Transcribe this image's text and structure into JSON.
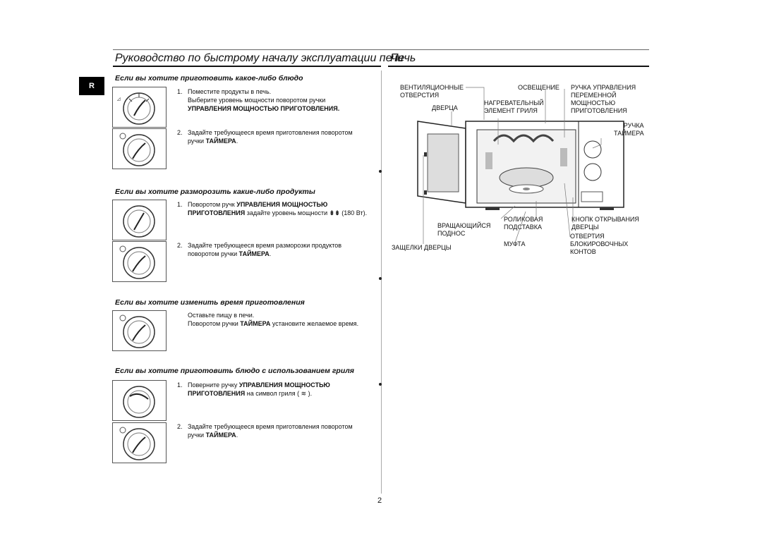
{
  "left_header": "Руководство по быстрому началу эксплуатации печи",
  "right_header": "Печь",
  "lang_tab": "R",
  "sections": [
    {
      "title": "Если вы хотите приготовить какое-либо блюдо",
      "steps": [
        {
          "num": "1.",
          "line1": "Поместите продукты в печь.",
          "line2": "Выберите уровень мощности поворотом ручки",
          "line3_bold": "УПРАВЛЕНИЯ МОЩНОСТЬЮ ПРИГОТОВЛЕНИЯ."
        },
        {
          "num": "2.",
          "line1": "Задайте требующееся время приготовления поворотом",
          "line2_pre": "ручки ",
          "line2_bold": "ТАЙМЕРА",
          "line2_post": "."
        }
      ]
    },
    {
      "title": "Если вы хотите разморозить какие-либо продукты",
      "steps": [
        {
          "num": "1.",
          "line1_pre": "Поворотом ручк ",
          "line1_bold": "УПРАВЛЕНИЯ МОЩНОСТЬЮ",
          "line2_bold": "ПРИГОТОВЛЕНИЯ",
          "line2_post": " задайте уровень мощности",
          "line2_value": "(180 Вт)."
        },
        {
          "num": "2.",
          "line1": "Задайте требующееся время разморозки продуктов",
          "line2_pre": "поворотом ручки ",
          "line2_bold": "ТАЙМЕРА",
          "line2_post": "."
        }
      ]
    },
    {
      "title": "Если вы хотите изменить время приготовления",
      "steps": [
        {
          "line1": "Оставьте пищу в печи.",
          "line2_pre": "Поворотом ручки ",
          "line2_bold": "ТАЙМЕРА",
          "line2_post": " установите желаемое время."
        }
      ]
    },
    {
      "title": "Если вы хотите приготовить блюдо с использованием гриля",
      "steps": [
        {
          "num": "1.",
          "line1_pre": "Поверните ручку ",
          "line1_bold": "УПРАВЛЕНИЯ МОЩНОСТЬЮ",
          "line2_bold": "ПРИГОТОВЛЕНИЯ",
          "line2_post": " на символ гриля (",
          "line2_end": ")."
        },
        {
          "num": "2.",
          "line1": "Задайте требующееся время приготовления поворотом",
          "line2_pre": "ручки ",
          "line2_bold": "ТАЙМЕРА",
          "line2_post": "."
        }
      ]
    }
  ],
  "oven_labels": {
    "vents": "ВЕНТИЛЯЦИОННЫЕ\nОТВЕРСТИЯ",
    "light": "ОСВЕЩЕНИЕ",
    "heater": "НАГРЕВАТЕЛЬНЫЙ\nЭЛЕМЕНТ ГРИЛЯ",
    "door": "ДВЕРЦА",
    "power_knob": "РУЧКА УПРАВЛЕНИЯ\nПЕРЕМЕННОЙ\nМОЩНОСТЬЮ\nПРИГОТОВЛЕНИЯ",
    "timer_knob": "РУЧКА\nТАЙМЕРА",
    "turntable": "ВРАЩАЮЩИЙСЯ\nПОДНОС",
    "roller": "РОЛИКОВАЯ\nПОДСТАВКА",
    "door_button": "КНОПК ОТКРЫВАНИЯ\nДВЕРЦЫ",
    "coupler": "МУФТА",
    "latches": "ЗАЩЕЛКИ ДВЕРЦЫ",
    "lock_holes": "ОТВЕРТИЯ\nБЛОКИРОВОЧНЫХ\nКОНТОВ"
  },
  "page_number": "2"
}
